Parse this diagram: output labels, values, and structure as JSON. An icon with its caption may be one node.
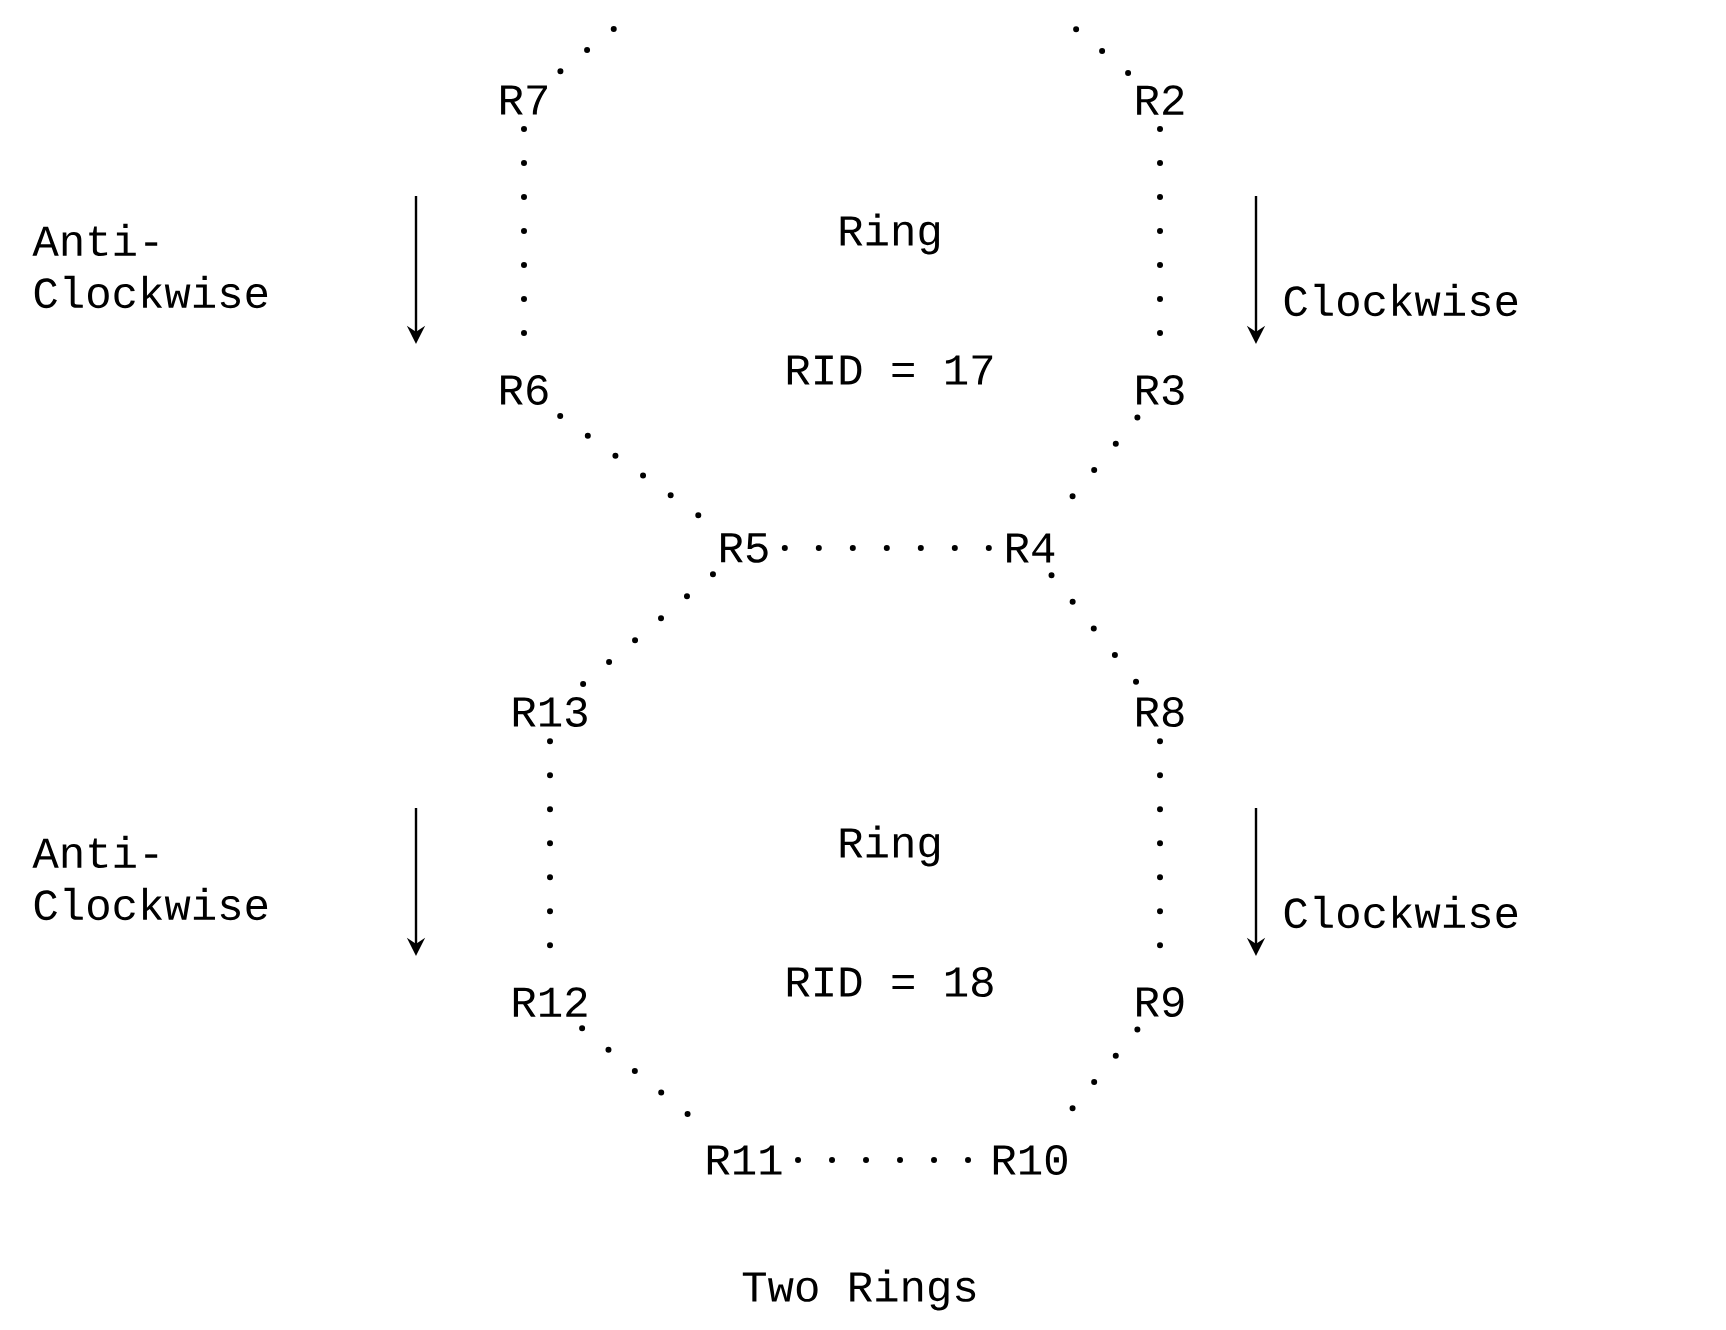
{
  "diagram": {
    "caption": "Two Rings",
    "nodes": [
      {
        "text": [
          "R7"
        ]
      },
      {
        "text": [
          "R2"
        ]
      },
      {
        "text": [
          "R6"
        ]
      },
      {
        "text": [
          "R3"
        ]
      },
      {
        "text": [
          "R5"
        ]
      },
      {
        "text": [
          "R4"
        ]
      },
      {
        "text": [
          "R13"
        ]
      },
      {
        "text": [
          "R8"
        ]
      },
      {
        "text": [
          "R12"
        ]
      },
      {
        "text": [
          "R9"
        ]
      },
      {
        "text": [
          "R11"
        ]
      },
      {
        "text": [
          "R10"
        ]
      }
    ],
    "edges": [
      {
        "from": null,
        "to": 0,
        "arrow": "none"
      },
      {
        "from": null,
        "to": 1,
        "arrow": "none"
      },
      {
        "from": 0,
        "to": 2,
        "arrow": "none"
      },
      {
        "from": 1,
        "to": 3,
        "arrow": "none"
      },
      {
        "from": 2,
        "to": 4,
        "arrow": "none"
      },
      {
        "from": 3,
        "to": 5,
        "arrow": "none"
      },
      {
        "from": 4,
        "to": 5,
        "arrow": "none"
      },
      {
        "from": 4,
        "to": 6,
        "arrow": "none"
      },
      {
        "from": 5,
        "to": 7,
        "arrow": "none"
      },
      {
        "from": 6,
        "to": 8,
        "arrow": "none"
      },
      {
        "from": 7,
        "to": 9,
        "arrow": "none"
      },
      {
        "from": 8,
        "to": 10,
        "arrow": "none"
      },
      {
        "from": 9,
        "to": 11,
        "arrow": "none"
      },
      {
        "from": 10,
        "to": 11,
        "arrow": "none"
      }
    ],
    "labels": [
      "Anti- Clockwise",
      "Ring",
      "Clockwise",
      "RID = 17",
      "Anti- Clockwise",
      "Ring",
      "Clockwise",
      "RID = 18"
    ]
  }
}
